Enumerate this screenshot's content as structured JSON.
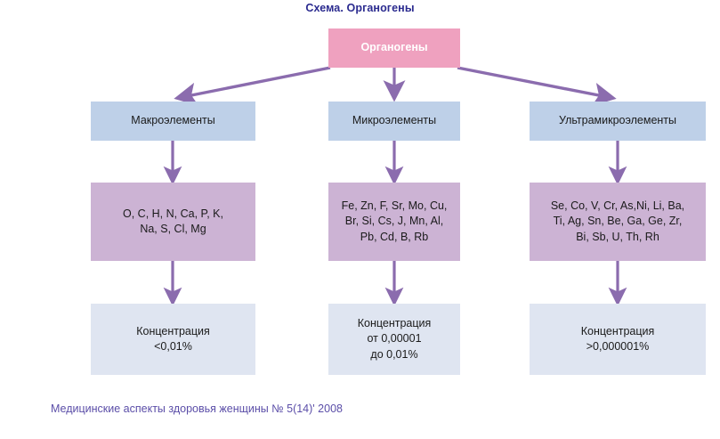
{
  "title": "Схема. Органогены",
  "footer": "Медицинские аспекты здоровья женщины № 5(14)' 2008",
  "colors": {
    "title_text": "#2b2b8f",
    "root_fill": "#efa1bf",
    "root_text": "#ffffff",
    "group_fill": "#bed0e8",
    "elements_fill": "#ccb3d4",
    "concentration_fill": "#dfe5f1",
    "arrow": "#8b6cae",
    "footer_text": "#5b4ea8",
    "background": "#ffffff"
  },
  "root": {
    "label": "Органогены"
  },
  "columns": [
    {
      "group": "Макроэлементы",
      "elements": "O, C, H, N, Ca, P, K,\nNa, S, Cl, Mg",
      "concentration": "Концентрация\n<0,01%"
    },
    {
      "group": "Микроэлементы",
      "elements": "Fe, Zn, F, Sr, Mo, Cu,\nBr, Si, Cs, J, Mn, Al,\nPb, Cd, B, Rb",
      "concentration": "Концентрация\nот 0,00001\nдо 0,01%"
    },
    {
      "group": "Ультрамикроэлементы",
      "elements": "Se, Co, V, Cr, As,Ni, Li, Ba,\nTi, Ag, Sn, Be, Ga, Ge, Zr,\nBi, Sb, U, Th, Rh",
      "concentration": "Концентрация\n>0,000001%"
    }
  ]
}
